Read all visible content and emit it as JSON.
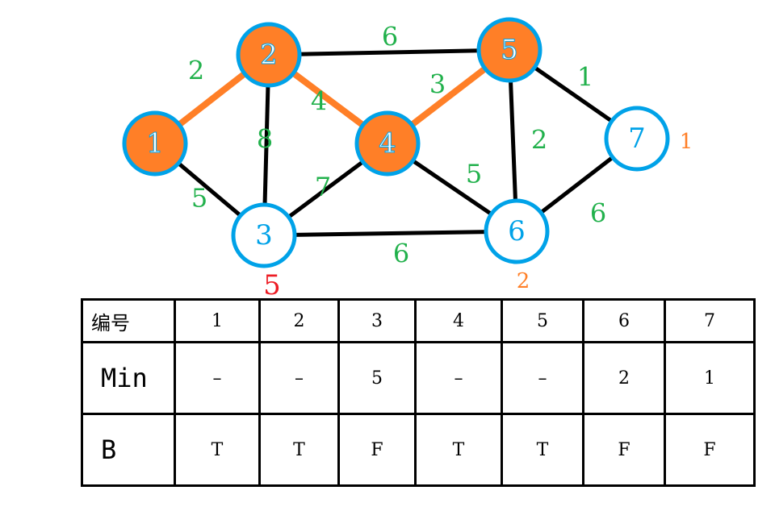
{
  "colors": {
    "visited_fill": "#ff7f27",
    "node_border": "#00a2e8",
    "node_label": "#00a2e8",
    "edge_default": "#000000",
    "edge_tree": "#ff7f27",
    "weight_text": "#22b14c",
    "side_orange": "#ff7f27",
    "side_red": "#ed1c24"
  },
  "graph": {
    "nodes": [
      {
        "id": "1",
        "visited": true
      },
      {
        "id": "2",
        "visited": true
      },
      {
        "id": "3",
        "visited": false
      },
      {
        "id": "4",
        "visited": true
      },
      {
        "id": "5",
        "visited": true
      },
      {
        "id": "6",
        "visited": false
      },
      {
        "id": "7",
        "visited": false
      }
    ],
    "edges": [
      {
        "from": "1",
        "to": "2",
        "weight": "2",
        "tree": true
      },
      {
        "from": "1",
        "to": "3",
        "weight": "5",
        "tree": false
      },
      {
        "from": "2",
        "to": "3",
        "weight": "8",
        "tree": false
      },
      {
        "from": "2",
        "to": "4",
        "weight": "4",
        "tree": true
      },
      {
        "from": "2",
        "to": "5",
        "weight": "6",
        "tree": false
      },
      {
        "from": "3",
        "to": "4",
        "weight": "7",
        "tree": false
      },
      {
        "from": "3",
        "to": "6",
        "weight": "6",
        "tree": false
      },
      {
        "from": "4",
        "to": "5",
        "weight": "3",
        "tree": true
      },
      {
        "from": "4",
        "to": "6",
        "weight": "5",
        "tree": false
      },
      {
        "from": "5",
        "to": "6",
        "weight": "2",
        "tree": false
      },
      {
        "from": "5",
        "to": "7",
        "weight": "1",
        "tree": false
      },
      {
        "from": "6",
        "to": "7",
        "weight": "6",
        "tree": false
      }
    ],
    "side_labels": [
      {
        "node": "3",
        "text": "5",
        "color": "red"
      },
      {
        "node": "6",
        "text": "2",
        "color": "orange"
      },
      {
        "node": "7",
        "text": "1",
        "color": "orange"
      }
    ]
  },
  "table": {
    "row_headers": [
      "编号",
      "Min",
      "B"
    ],
    "ids": [
      "1",
      "2",
      "3",
      "4",
      "5",
      "6",
      "7"
    ],
    "min": [
      "–",
      "–",
      "5",
      "–",
      "–",
      "2",
      "1"
    ],
    "b": [
      "T",
      "T",
      "F",
      "T",
      "T",
      "F",
      "F"
    ]
  }
}
